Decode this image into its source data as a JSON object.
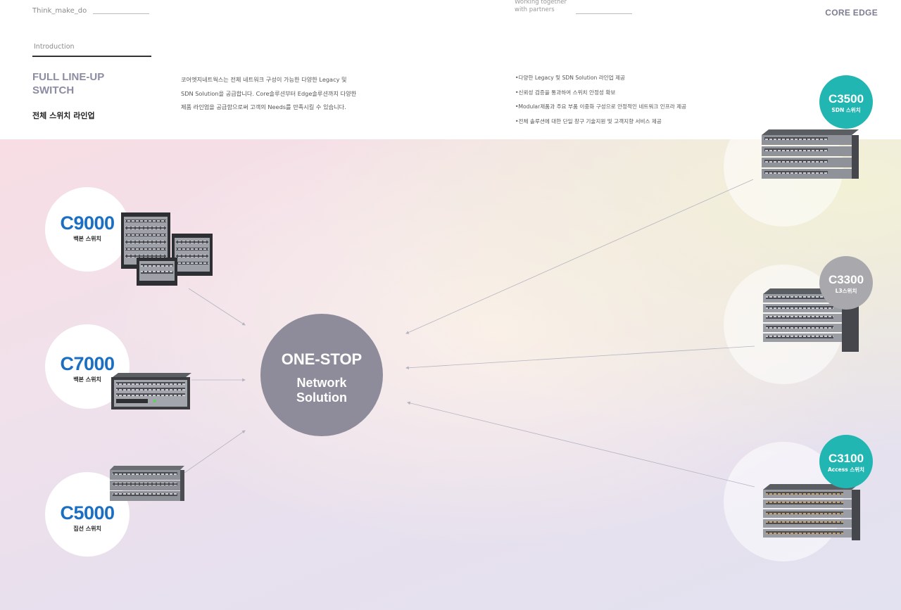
{
  "header": {
    "brand_left": "Think_make_do",
    "partner_note_line1": "Working together",
    "partner_note_line2": "with partners",
    "brand_right": "CORE EDGE"
  },
  "intro": {
    "section_label": "Introduction",
    "title_line1": "FULL LINE-UP",
    "title_line2": "SWITCH",
    "subtitle": "전체 스위치 라인업",
    "paragraph_lines": [
      "코어엣지네트웍스는 전체 네트워크 구성이 가능한 다양한 Legacy 및",
      "SDN Solution을 공급합니다. Core솔루션부터 Edge솔루션까지 다양한",
      "제품 라인업을 공급함으로써 고객의 Needs를 만족시킬 수 있습니다."
    ],
    "bullets": [
      "다양한 Legacy 및 SDN Solution 라인업 제공",
      "신뢰성 검증을 통과하여 스위치 안정성 확보",
      "Modular제품과 주요 부품 이중화 구성으로 안정적인 네트워크 인프라 제공",
      "전체 솔루션에 대한 단일 창구 기술지원 및 고객지향 서비스 제공"
    ]
  },
  "hub": {
    "line1": "ONE-STOP",
    "line2": "Network",
    "line3": "Solution"
  },
  "products": {
    "c9000": {
      "code": "C9000",
      "kind": "백본 스위치"
    },
    "c7000": {
      "code": "C7000",
      "kind": "백본 스위치"
    },
    "c5000": {
      "code": "C5000",
      "kind": "집선 스위치"
    },
    "c3500": {
      "code": "C3500",
      "kind": "SDN 스위치"
    },
    "c3300": {
      "code": "C3300",
      "kind": "L3스위치"
    },
    "c3100": {
      "code": "C3100",
      "kind": "Access 스위치"
    }
  },
  "colors": {
    "label_blue": "#1b6fc3",
    "badge_teal": "#22b6b3",
    "badge_grey": "#a9a9ad",
    "hub_grey": "#8e8c9a",
    "title_grey": "#8c8ca2"
  }
}
